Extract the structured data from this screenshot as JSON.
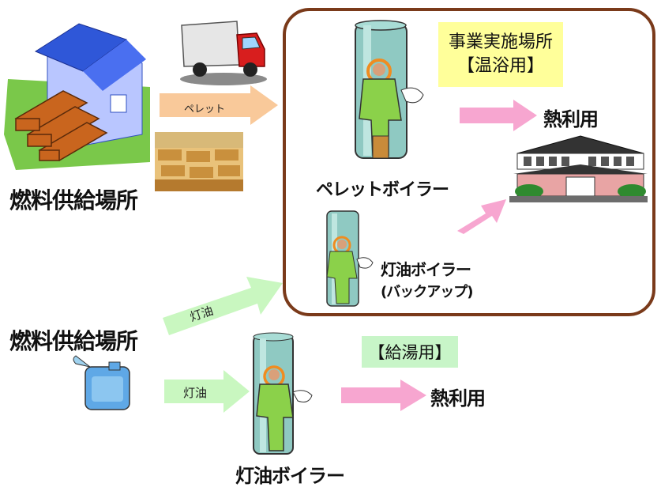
{
  "supplier1": {
    "label": "燃料供給場所"
  },
  "supplier2": {
    "label": "燃料供給場所"
  },
  "arrows": {
    "pellet": "ペレット",
    "kerosene_to_site": "灯油",
    "kerosene_to_boiler": "灯油"
  },
  "site": {
    "title_line1": "事業実施場所",
    "title_line2": "【温浴用】",
    "pellet_boiler": "ペレットボイラー",
    "backup_boiler_line1": "灯油ボイラー",
    "backup_boiler_line2": "(バックアップ)",
    "heat_use": "熱利用"
  },
  "supply": {
    "title": "【給湯用】",
    "heat_use": "熱利用",
    "kerosene_boiler": "灯油ボイラー"
  },
  "colors": {
    "site_border": "#7a3a1a",
    "title_box": "#ffff9a",
    "supply_box": "#c8f5c8",
    "pink_arrow": "#f7a6d0",
    "orange_arrow": "#f9c99a",
    "green_arrow": "#c9f7c0"
  }
}
